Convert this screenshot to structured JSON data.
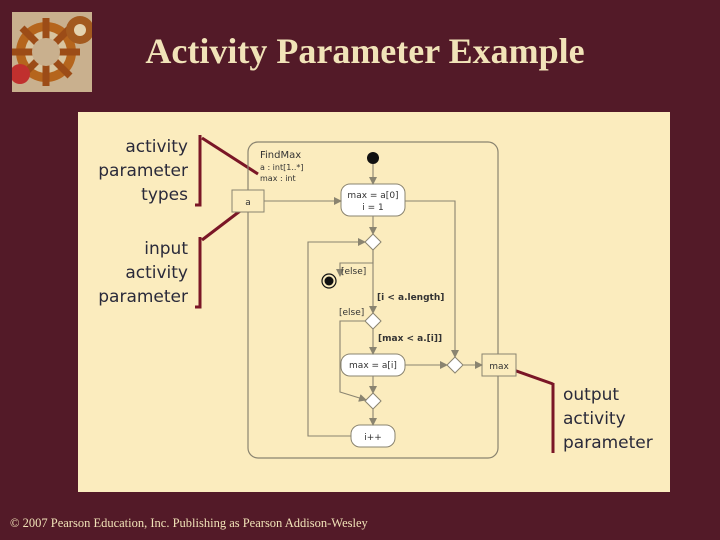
{
  "slide": {
    "title": "Activity Parameter Example",
    "footer": "© 2007 Pearson Education, Inc. Publishing as Pearson Addison-Wesley"
  },
  "annotations": {
    "types": [
      "activity",
      "parameter",
      "types"
    ],
    "input": [
      "input",
      "activity",
      "parameter"
    ],
    "output": [
      "output",
      "activity",
      "parameter"
    ]
  },
  "diagram": {
    "activity_name": "FindMax",
    "params": [
      "a : int[1..*]",
      "max : int"
    ],
    "input_pin": "a",
    "output_pin": "max",
    "init_action": [
      "max = a[0]",
      "i = 1"
    ],
    "guard_else_1": "[else]",
    "guard_loop": "[i < a.length]",
    "guard_else_2": "[else]",
    "guard_max": "[max < a.[i]]",
    "assign_action": "max = a[i]",
    "incr_action": "i++"
  },
  "colors": {
    "background": "#531a28",
    "panel": "#fbecbe",
    "title": "#f1e3b8",
    "lines": "#8a8470"
  }
}
